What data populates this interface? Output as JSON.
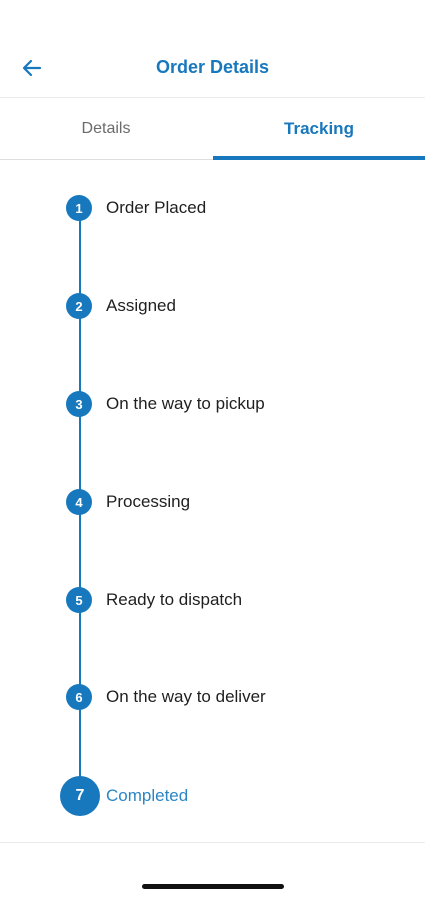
{
  "header": {
    "title": "Order Details",
    "back_icon": "arrow-left-icon"
  },
  "tabs": [
    {
      "label": "Details",
      "selected": false
    },
    {
      "label": "Tracking",
      "selected": true
    }
  ],
  "timeline": {
    "steps": [
      {
        "number": "1",
        "label": "Order Placed",
        "current": false
      },
      {
        "number": "2",
        "label": "Assigned",
        "current": false
      },
      {
        "number": "3",
        "label": "On the way to pickup",
        "current": false
      },
      {
        "number": "4",
        "label": "Processing",
        "current": false
      },
      {
        "number": "5",
        "label": "Ready to dispatch",
        "current": false
      },
      {
        "number": "6",
        "label": "On the way to deliver",
        "current": false
      },
      {
        "number": "7",
        "label": "Completed",
        "current": true
      }
    ]
  },
  "colors": {
    "accent": "#1878bd",
    "accent_light": "#2b86c5",
    "text": "#1f1f1f",
    "muted": "#6b6b6b"
  }
}
